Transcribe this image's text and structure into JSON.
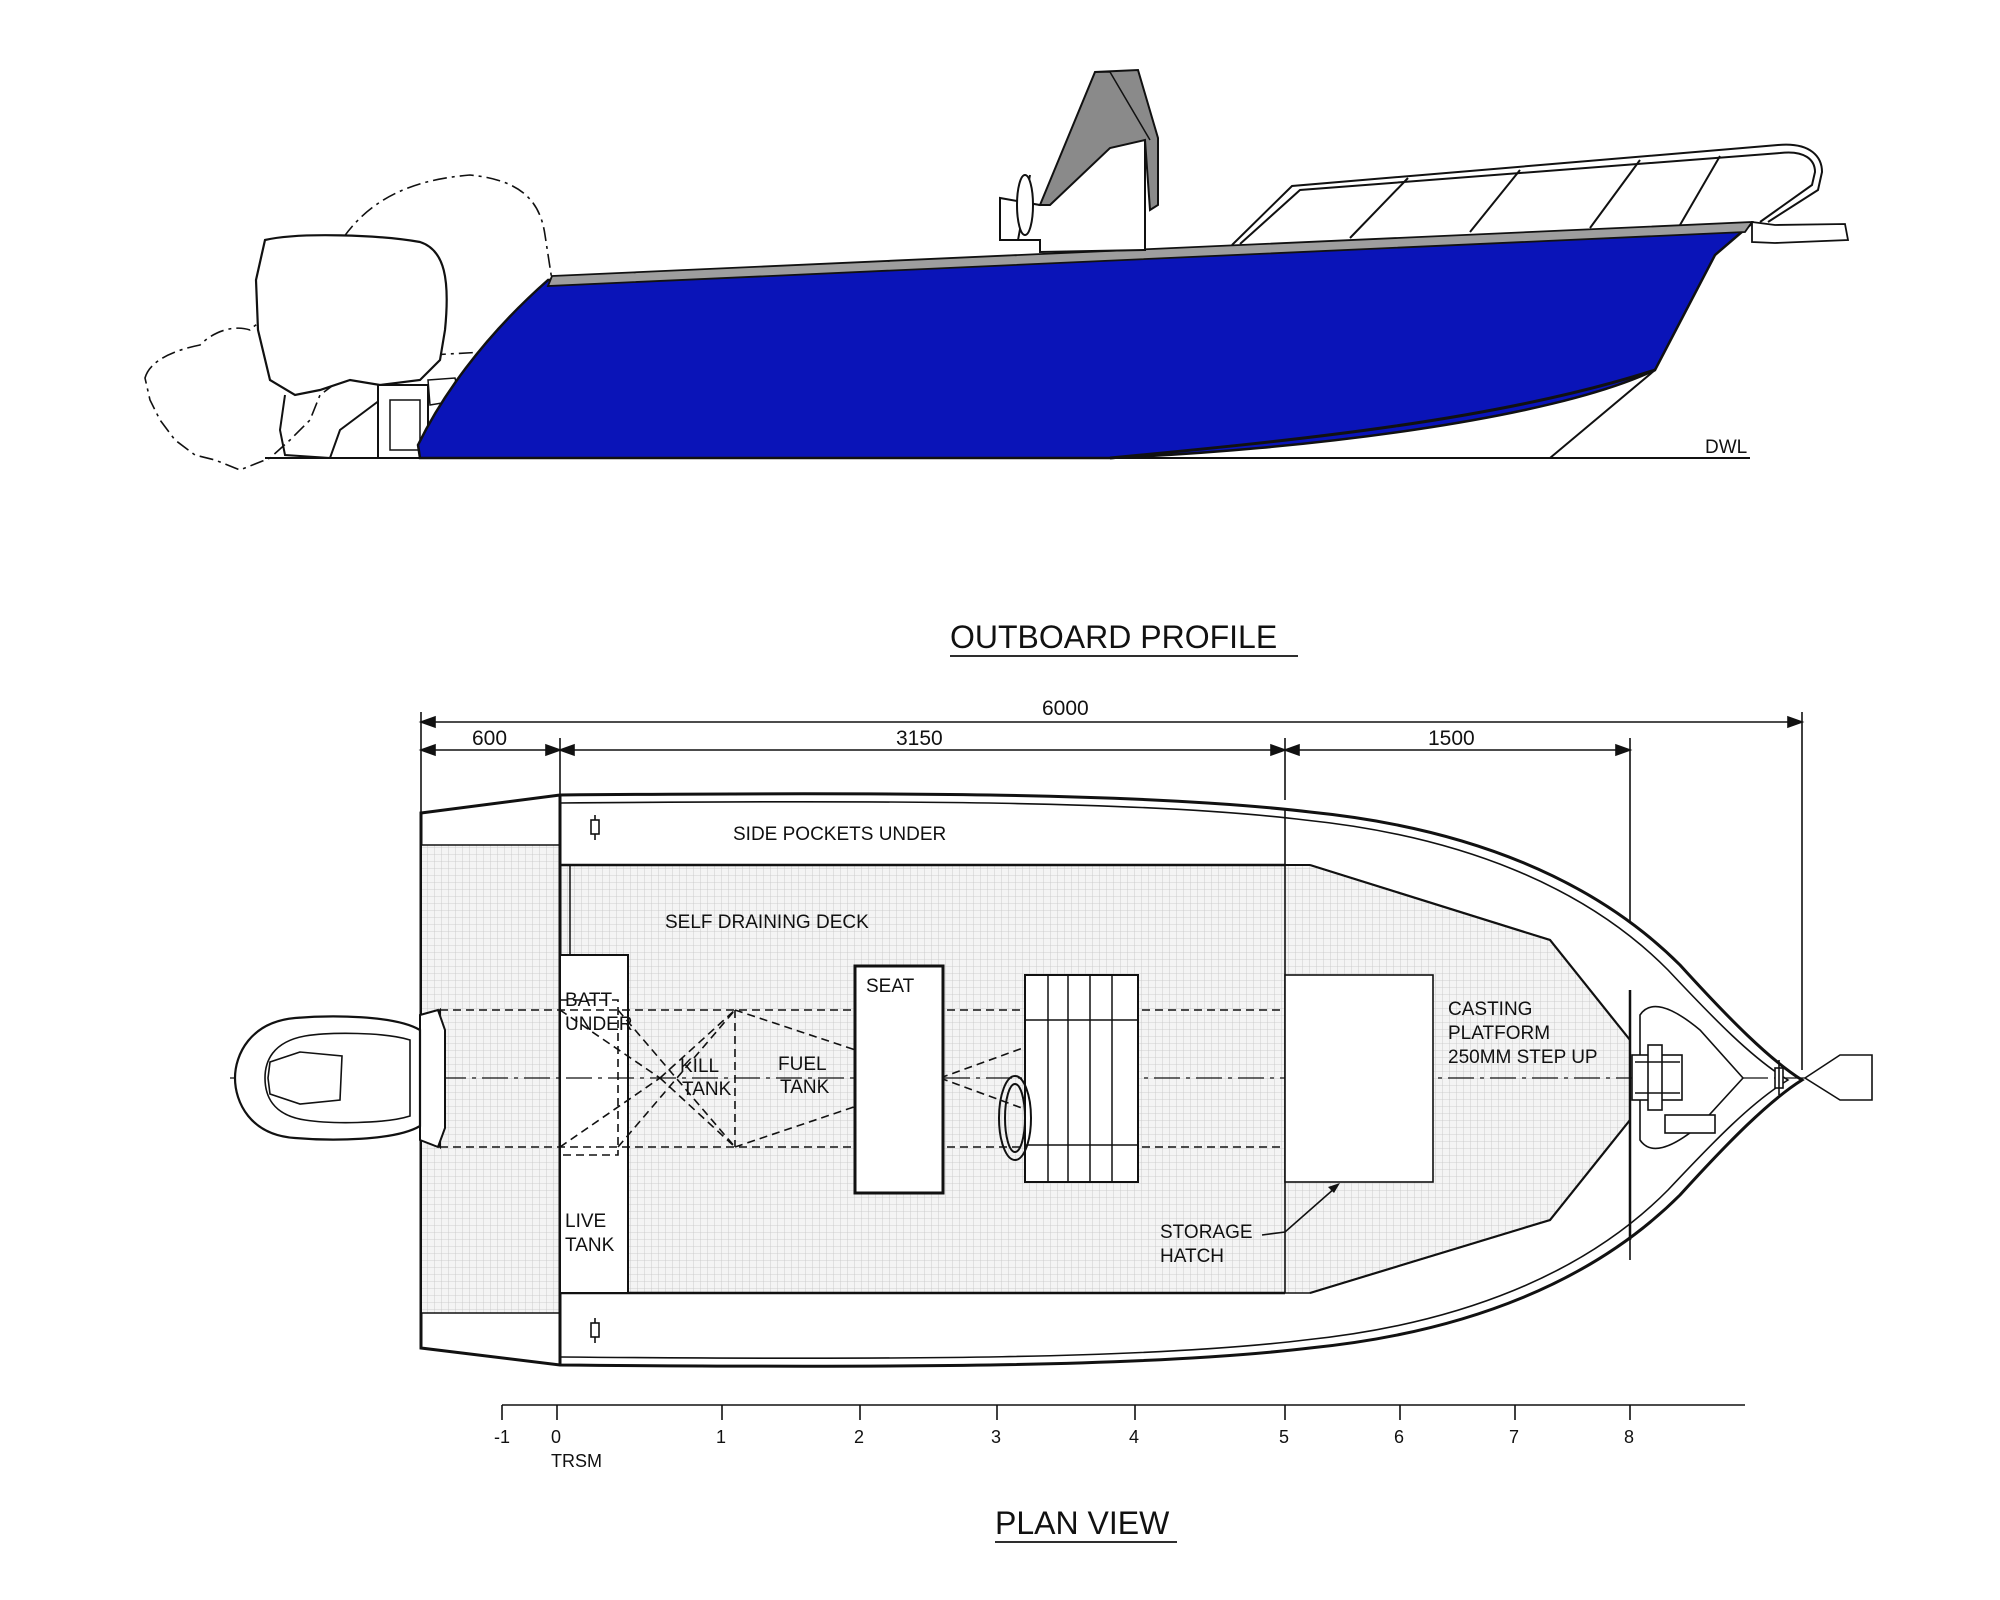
{
  "profile": {
    "title": "OUTBOARD PROFILE",
    "waterline_label": "DWL",
    "hull_color": "#0a14b8",
    "console_color": "#8a8a8a"
  },
  "plan": {
    "title": "PLAN VIEW",
    "dimensions": {
      "overall": "6000",
      "aft": "600",
      "mid": "3150",
      "fwd": "1500"
    },
    "labels": {
      "side_pockets": "SIDE POCKETS UNDER",
      "self_draining": "SELF DRAINING DECK",
      "batt_1": "BATT",
      "batt_2": "UNDER",
      "kill_1": "KILL",
      "kill_2": "TANK",
      "fuel_1": "FUEL",
      "fuel_2": "TANK",
      "seat": "SEAT",
      "live_1": "LIVE",
      "live_2": "TANK",
      "casting_1": "CASTING",
      "casting_2": "PLATFORM",
      "casting_3": "250MM STEP UP",
      "storage_1": "STORAGE",
      "storage_2": "HATCH"
    },
    "stations": [
      "-1",
      "0",
      "1",
      "2",
      "3",
      "4",
      "5",
      "6",
      "7",
      "8"
    ],
    "transom_label": "TRSM"
  }
}
